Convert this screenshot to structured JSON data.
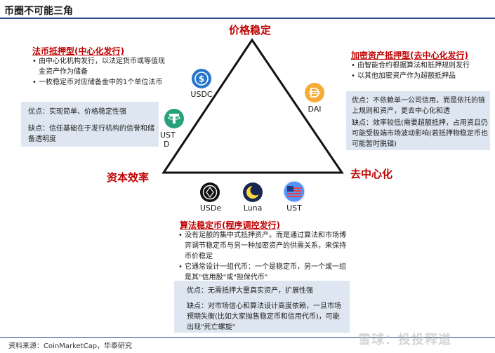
{
  "page_title": "币圈不可能三角",
  "triangle": {
    "top_label": "价格稳定",
    "left_label": "资本效率",
    "right_label": "去中心化"
  },
  "colors": {
    "accent_red": "#c00000",
    "rule_blue": "#2b4b8c",
    "box_fill": "#dde6f1"
  },
  "fiat_backed": {
    "heading": "法币抵押型(中心化发行)",
    "bullets": [
      "由中心化机构发行，以法定货币或等值现金资产作为储备",
      "一枚稳定币对应储备金中的1个单位法币"
    ],
    "pros": "优点：实现简单、价格稳定性强",
    "cons": "缺点：信任基础在于发行机构的信誉和储备透明度"
  },
  "crypto_backed": {
    "heading": "加密资产抵押型(去中心化发行)",
    "bullets": [
      "由智能合约根据算法和抵押规则发行",
      "以其他加密资产作为超额抵押品"
    ],
    "pros": "优点：不依赖单一公司信用，而是依托的链上规则和资产，更去中心化和透",
    "cons": "缺点：效率较低(需要超额抵押，占用资且仍可能受极端市场波动影响(若抵押物稳定币也可能暂时脱锚)"
  },
  "algorithmic": {
    "heading": "算法稳定币(程序调控发行)",
    "bullets": [
      "没有足额的集中式抵押资产。而是通过算法和市场博弈调节稳定币与另一种加密资产的供需关系，来保持币价稳定",
      "它通常设计一组代币：一个是稳定币，另一个或一组是其\"信用股\"或\"担保代币\""
    ],
    "pros": "优点：无需抵押大量真实资产，扩展性强",
    "cons": "缺点：对市场信心和算法设计高度依赖，一旦市场预期失衡(比如大家抛售稳定币和信用代币)，可能出现\"死亡螺旋\""
  },
  "coins": {
    "usdc": "USDC",
    "usdt_line1": "UST",
    "usdt_line2": "D",
    "dai": "DAI",
    "usde": "USDe",
    "luna": "Luna",
    "ust": "UST"
  },
  "footer": "资料来源：CoinMarketCap，华泰研究",
  "watermark": "雪球：投投释道"
}
